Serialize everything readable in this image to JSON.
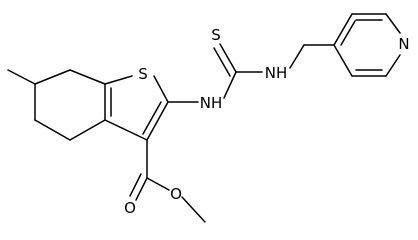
{
  "structure": {
    "type": "chemical-structure",
    "atoms": {
      "s_ring": "S",
      "s_thio": "S",
      "nh1": "NH",
      "nh2": "NH",
      "n_pyr": "N",
      "o_carbonyl": "O",
      "o_ester": "O"
    },
    "colors": {
      "line": "#000000",
      "background": "#ffffff"
    }
  }
}
